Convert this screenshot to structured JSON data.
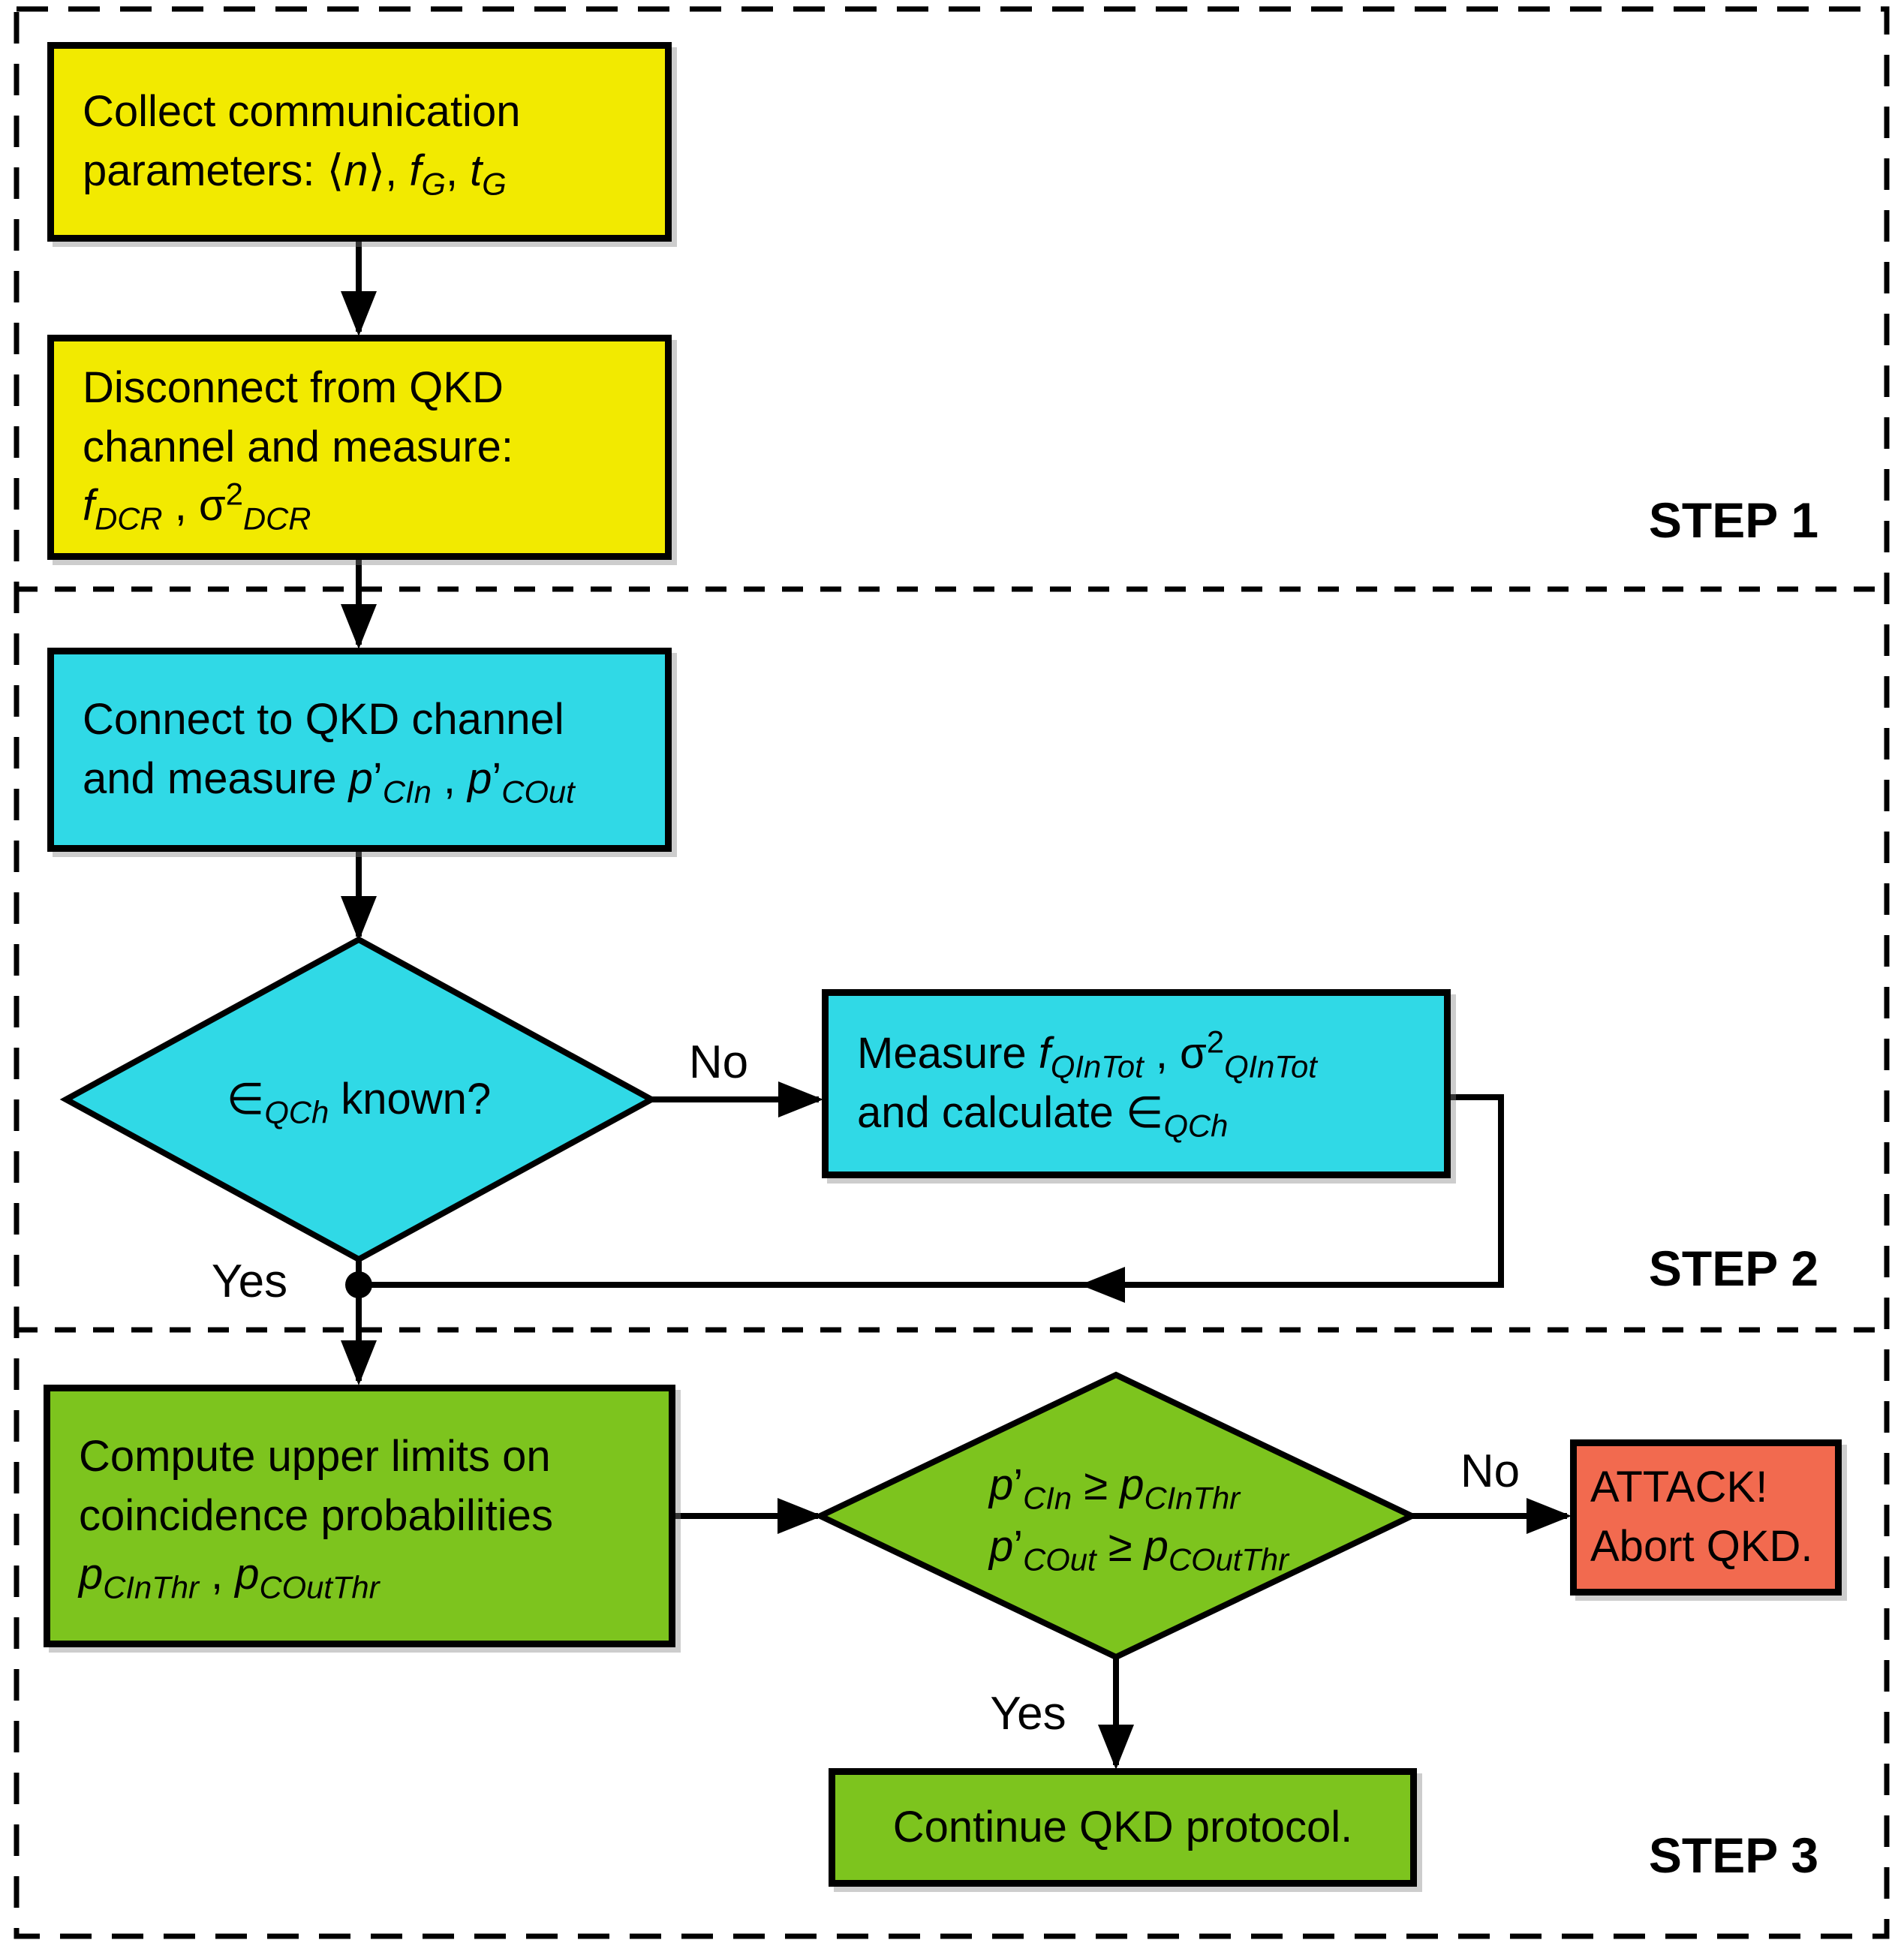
{
  "colors": {
    "yellow": "#F2EA00",
    "cyan": "#30D9E6",
    "green": "#7DC41E",
    "red": "#F26A4F",
    "line": "#000000",
    "background": "#FFFFFF"
  },
  "step_labels": [
    "STEP 1",
    "STEP 2",
    "STEP 3"
  ],
  "nodes": {
    "collect": {
      "lines": [
        "Collect communication",
        "parameters: ⟨*n*⟩, *f*_{*G*}, *t*_{*G*}"
      ]
    },
    "disconnect": {
      "lines": [
        "Disconnect from QKD",
        "channel and measure:",
        "*f*_{*DCR*} , σ^{2}_{*DCR*}"
      ]
    },
    "connect": {
      "lines": [
        "Connect to QKD channel",
        "and measure *p*’_{*CIn*} , *p*’_{*COut*}"
      ]
    },
    "qch_known": {
      "lines": [
        "∈_{*QCh*} known?"
      ]
    },
    "measure_qin": {
      "lines": [
        "Measure *f*_{*QInTot*} ,  σ^{2}_{*QInTot*}",
        "and calculate ∈_{*QCh*}"
      ]
    },
    "compute": {
      "lines": [
        "Compute upper limits on",
        "coincidence probabilities",
        "*p*_{*CInThr*} , *p*_{*COutThr*}"
      ]
    },
    "threshold": {
      "lines": [
        "*p*’_{*CIn*} ≥ *p*_{*CInThr*}",
        "*p*’_{*COut*} ≥ *p*_{*COutThr*}"
      ]
    },
    "attack": {
      "lines": [
        "ATTACK!",
        "Abort QKD."
      ]
    },
    "continue": {
      "lines": [
        "Continue QKD protocol."
      ]
    }
  },
  "edge_labels": {
    "qch_no": "No",
    "qch_yes": "Yes",
    "thr_no": "No",
    "thr_yes": "Yes"
  }
}
